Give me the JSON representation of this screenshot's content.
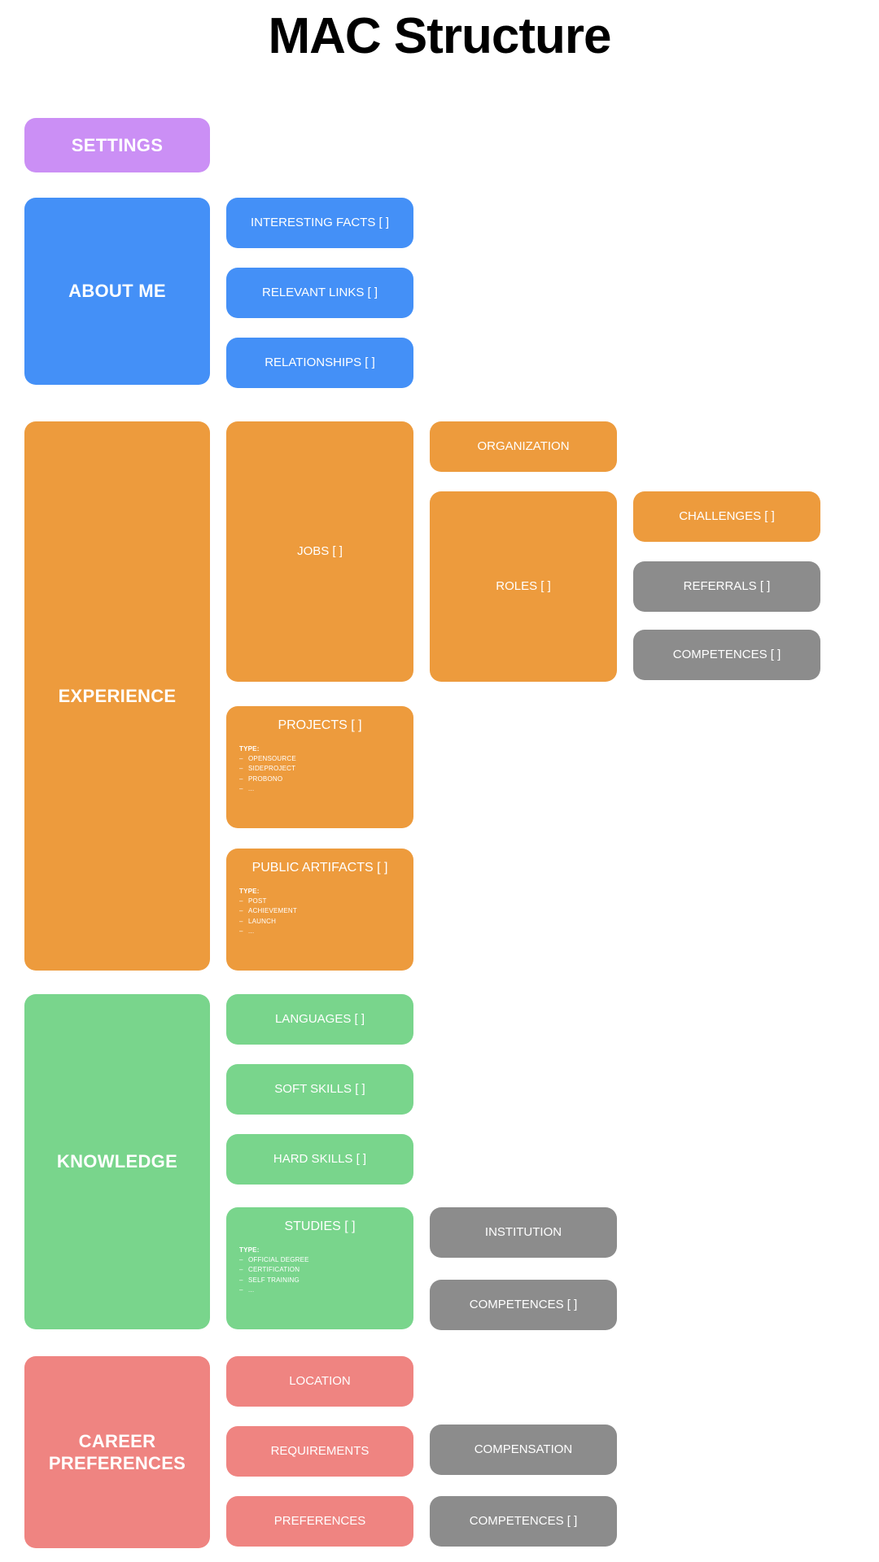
{
  "page": {
    "title": "MAC Structure"
  },
  "colors": {
    "purple": "#cb8ff5",
    "blue": "#4490f7",
    "orange": "#ed9b3d",
    "green": "#79d58c",
    "red": "#ef8481",
    "gray": "#8c8c8c",
    "background": "#ffffff",
    "text_on_node": "#ffffff",
    "title_text": "#000000"
  },
  "sections": {
    "settings": {
      "label": "SETTINGS"
    },
    "about_me": {
      "label": "ABOUT ME",
      "children": [
        {
          "label": "INTERESTING FACTS [ ]"
        },
        {
          "label": "RELEVANT LINKS [ ]"
        },
        {
          "label": "RELATIONSHIPS [ ]"
        }
      ]
    },
    "experience": {
      "label": "EXPERIENCE",
      "jobs": {
        "label": "JOBS [ ]"
      },
      "organization": {
        "label": "ORGANIZATION"
      },
      "roles": {
        "label": "ROLES [ ]"
      },
      "challenges": {
        "label": "CHALLENGES [ ]"
      },
      "referrals": {
        "label": "REFERRALS [ ]"
      },
      "competences": {
        "label": "COMPETENCES [ ]"
      },
      "projects": {
        "label": "PROJECTS [ ]",
        "type_label": "TYPE:",
        "types": [
          "OPENSOURCE",
          "SIDEPROJECT",
          "PROBONO",
          "..."
        ]
      },
      "public_artifacts": {
        "label": "PUBLIC ARTIFACTS [ ]",
        "type_label": "TYPE:",
        "types": [
          "POST",
          "ACHIEVEMENT",
          "LAUNCH",
          "..."
        ]
      }
    },
    "knowledge": {
      "label": "KNOWLEDGE",
      "languages": {
        "label": "LANGUAGES [ ]"
      },
      "soft_skills": {
        "label": "SOFT SKILLS [ ]"
      },
      "hard_skills": {
        "label": "HARD SKILLS [ ]"
      },
      "studies": {
        "label": "STUDIES [ ]",
        "type_label": "TYPE:",
        "types": [
          "OFFICIAL DEGREE",
          "CERTIFICATION",
          "SELF TRAINING",
          "..."
        ]
      },
      "institution": {
        "label": "INSTITUTION"
      },
      "competences": {
        "label": "COMPETENCES [ ]"
      }
    },
    "career_preferences": {
      "label": "CAREER PREFERENCES",
      "location": {
        "label": "LOCATION"
      },
      "requirements": {
        "label": "REQUIREMENTS"
      },
      "preferences": {
        "label": "PREFERENCES"
      },
      "compensation": {
        "label": "COMPENSATION"
      },
      "competences": {
        "label": "COMPETENCES [ ]"
      }
    }
  }
}
